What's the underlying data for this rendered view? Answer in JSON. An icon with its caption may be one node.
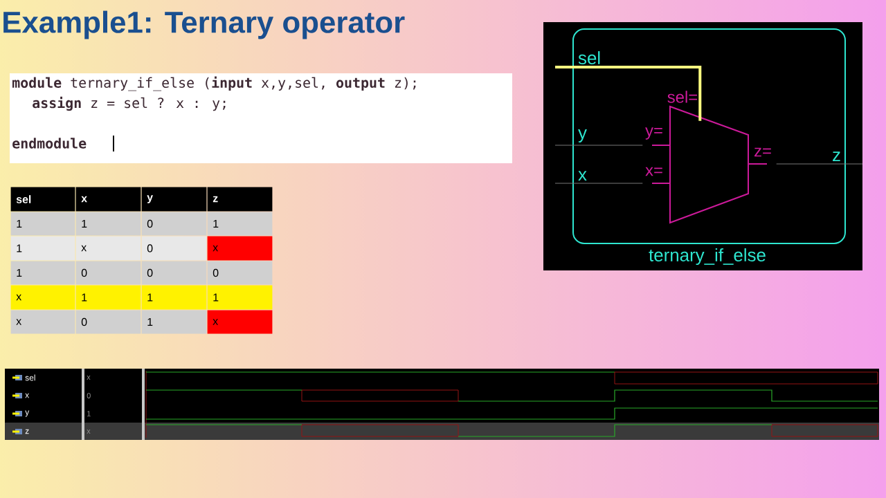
{
  "diagram": {
    "title": "Example1: Ternary operator",
    "nodes": [
      {
        "text": [
          "ternary_if_else"
        ]
      },
      {
        "text": [
          "sel"
        ],
        "in": 0
      },
      {
        "text": [
          "y"
        ],
        "in": 0
      },
      {
        "text": [
          "x"
        ],
        "in": 0
      },
      {
        "text": [
          "z"
        ],
        "in": 0
      },
      {
        "text": [
          "sel=",
          "y=",
          "x=",
          "z="
        ],
        "in": 0
      }
    ],
    "edges": [
      {
        "from": 1,
        "to": 5,
        "arrow": "none",
        "style": "thick",
        "color": "#ffff80"
      },
      {
        "from": 2,
        "to": 5,
        "arrow": "none"
      },
      {
        "from": 3,
        "to": 5,
        "arrow": "none"
      },
      {
        "from": 5,
        "to": 4,
        "arrow": "none"
      }
    ],
    "labels": [
      "**module** ternary_if_else (**input** x,y,sel, **output** z);",
      "**assign** z = sel ? x  : y;",
      "**endmodule**",
      "sel",
      "x",
      "y",
      "z",
      "1",
      "1",
      "0",
      "1",
      "1",
      "x",
      "0",
      "x",
      "1",
      "0",
      "0",
      "0",
      "x",
      "1",
      "1",
      "1",
      "x",
      "0",
      "1",
      "x",
      "sel",
      "x",
      "y",
      "z",
      "x",
      "0",
      "1",
      "x"
    ]
  }
}
